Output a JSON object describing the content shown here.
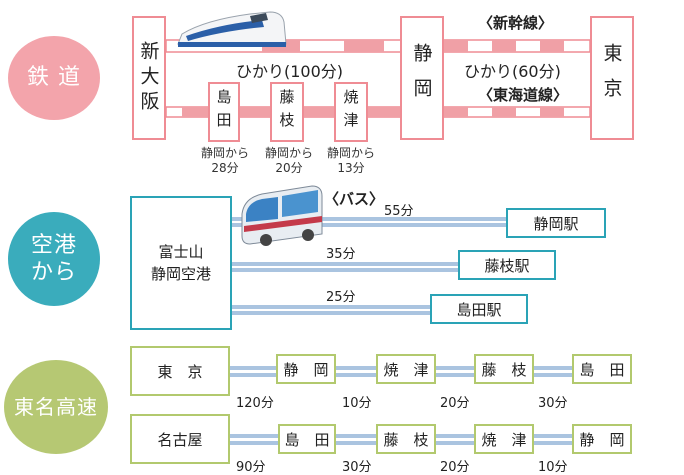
{
  "categories": {
    "rail": {
      "label": "鉄 道",
      "color": "#f3a4ab"
    },
    "airport": {
      "label": "空港\nから",
      "color": "#3aacbc"
    },
    "expressway": {
      "label": "東名高速",
      "color": "#b6c873"
    }
  },
  "rail": {
    "stations": {
      "shin_osaka": "新大阪",
      "shizuoka": "静岡",
      "tokyo": "東京",
      "shimada": "島田",
      "fujieda": "藤枝",
      "yaizu": "焼津"
    },
    "labels": {
      "shinkansen": "〈新幹線〉",
      "hikari_100": "ひかり(100分)",
      "hikari_60": "ひかり(60分)",
      "tokaido": "〈東海道線〉"
    },
    "local_times": {
      "shimada": "静岡から\n28分",
      "fujieda": "静岡から\n20分",
      "yaizu": "静岡から\n13分"
    }
  },
  "airport": {
    "origin": "富士山\n静岡空港",
    "bus_label": "〈バス〉",
    "routes": [
      {
        "dest": "静岡駅",
        "time": "55分"
      },
      {
        "dest": "藤枝駅",
        "time": "35分"
      },
      {
        "dest": "島田駅",
        "time": "25分"
      }
    ]
  },
  "expressway": {
    "row1": {
      "origin": "東　京",
      "stops": [
        "静　岡",
        "焼　津",
        "藤　枝",
        "島　田"
      ],
      "times": [
        "120分",
        "10分",
        "20分",
        "30分"
      ]
    },
    "row2": {
      "origin": "名古屋",
      "stops": [
        "島　田",
        "藤　枝",
        "焼　津",
        "静　岡"
      ],
      "times": [
        "90分",
        "30分",
        "20分",
        "10分"
      ]
    }
  }
}
